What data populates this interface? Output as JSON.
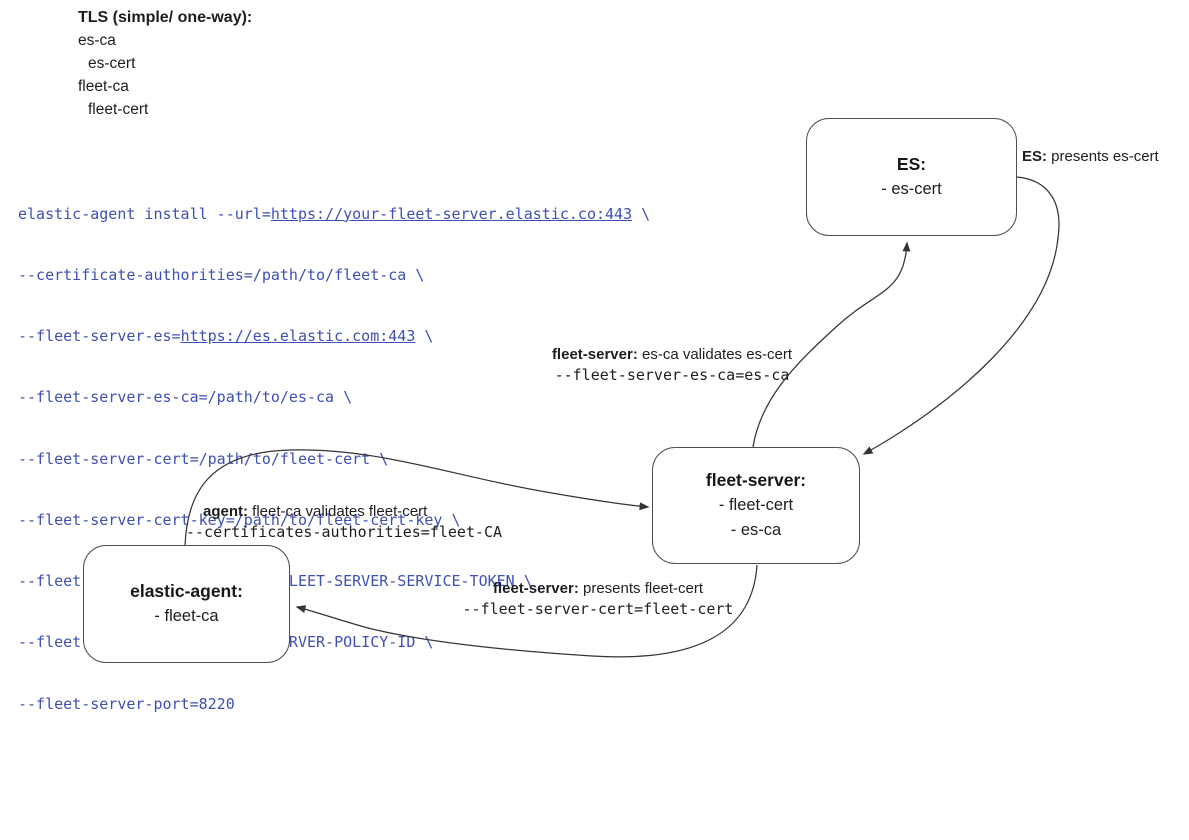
{
  "colors": {
    "command_blue": "#3e4fb6",
    "line_color": "#333436",
    "box_border": "#4d4e52",
    "text_color": "#1d1e22"
  },
  "notes": {
    "title": "TLS (simple/ one-way):",
    "items": [
      {
        "label": "es-ca"
      },
      {
        "label": "es-cert"
      },
      {
        "label": "fleet-ca"
      },
      {
        "label": "fleet-cert"
      }
    ]
  },
  "command": {
    "lines": [
      {
        "pre": "elastic-agent install --url=",
        "link": "https://your-fleet-server.elastic.co:443",
        "post": " \\"
      },
      {
        "text": "--certificate-authorities=/path/to/fleet-ca \\"
      },
      {
        "pre": "--fleet-server-es=",
        "link": "https://es.elastic.com:443",
        "post": " \\"
      },
      {
        "text": "--fleet-server-es-ca=/path/to/es-ca \\"
      },
      {
        "text": "--fleet-server-cert=/path/to/fleet-cert \\"
      },
      {
        "text": "--fleet-server-cert-key=/path/to/fleet-cert-key \\"
      },
      {
        "text": "--fleet-server-service-token=FLEET-SERVER-SERVICE-TOKEN \\"
      },
      {
        "text": "--fleet-server-policy=FLEET-SERVER-POLICY-ID \\"
      },
      {
        "text": "--fleet-server-port=8220"
      }
    ]
  },
  "nodes": {
    "es": {
      "title": "ES:",
      "lines": [
        "- es-cert"
      ]
    },
    "fleet_server": {
      "title": "fleet-server:",
      "lines": [
        "- fleet-cert",
        "- es-ca"
      ]
    },
    "elastic_agent": {
      "title": "elastic-agent:",
      "lines": [
        "- fleet-ca"
      ]
    }
  },
  "edge_labels": {
    "es_presents": {
      "bold": "ES:",
      "text": " presents es-cert"
    },
    "fleet_validates_es": {
      "bold": "fleet-server:",
      "text": " es-ca validates es-cert",
      "code": "--fleet-server-es-ca=es-ca"
    },
    "agent_validates_fleet": {
      "bold": "agent:",
      "text": " fleet-ca validates fleet-cert",
      "code": "--certificates-authorities=fleet-CA"
    },
    "fleet_presents_cert": {
      "bold": "fleet-server:",
      "text": " presents fleet-cert",
      "code": "--fleet-server-cert=fleet-cert"
    }
  }
}
